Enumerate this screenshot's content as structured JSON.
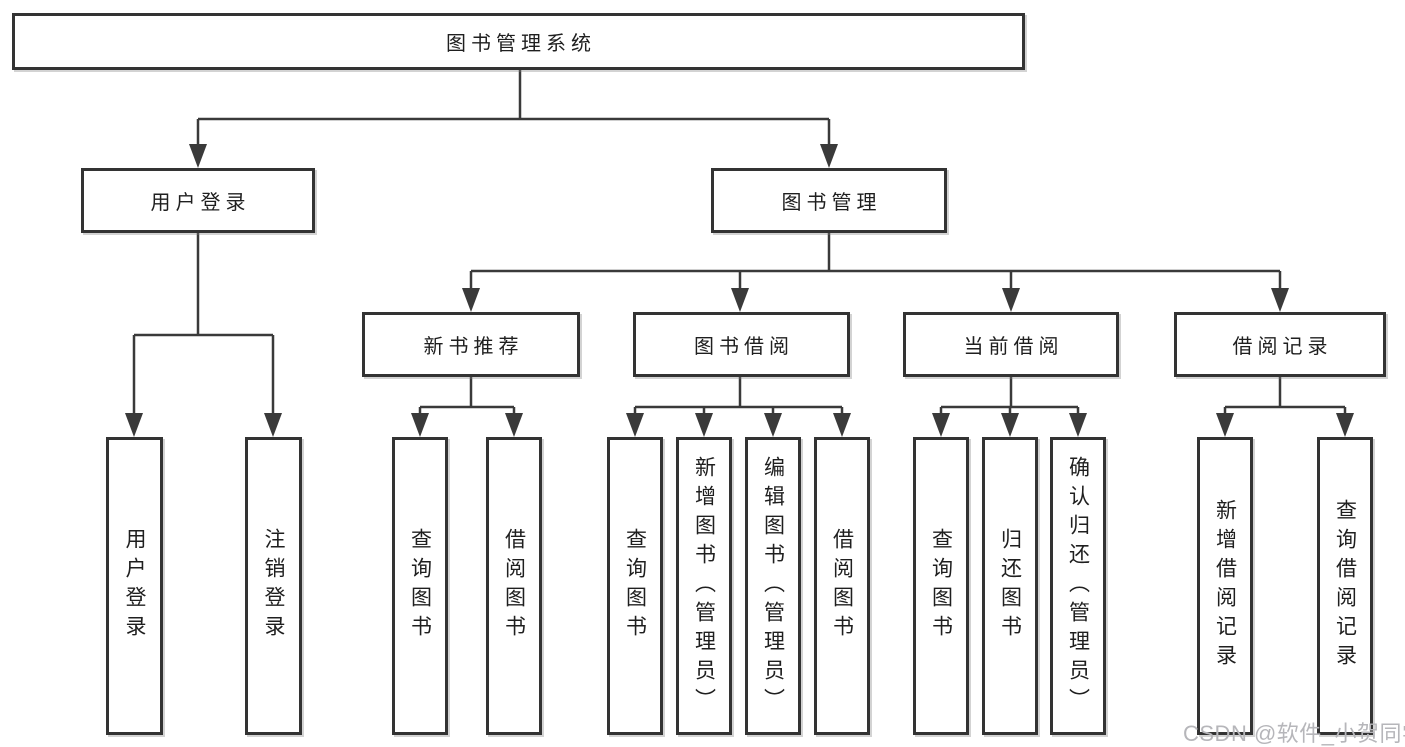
{
  "diagram": {
    "root": {
      "label": "图书管理系统"
    },
    "branches": [
      {
        "label": "用户登录",
        "children": [
          "用户登录",
          "注销登录"
        ]
      },
      {
        "label": "图书管理",
        "sections": [
          {
            "label": "新书推荐",
            "children": [
              "查询图书",
              "借阅图书"
            ]
          },
          {
            "label": "图书借阅",
            "children": [
              "查询图书",
              "新增图书（管理员）",
              "编辑图书（管理员）",
              "借阅图书"
            ]
          },
          {
            "label": "当前借阅",
            "children": [
              "查询图书",
              "归还图书",
              "确认归还（管理员）"
            ]
          },
          {
            "label": "借阅记录",
            "children": [
              "新增借阅记录",
              "查询借阅记录"
            ]
          }
        ]
      }
    ],
    "watermark": "CSDN @软件_小贺同学"
  },
  "colors": {
    "line": "#3a3a3a",
    "box_border": "#333333",
    "text": "#1f1f1f",
    "background": "#ffffff",
    "watermark": "#b6b6ba"
  }
}
